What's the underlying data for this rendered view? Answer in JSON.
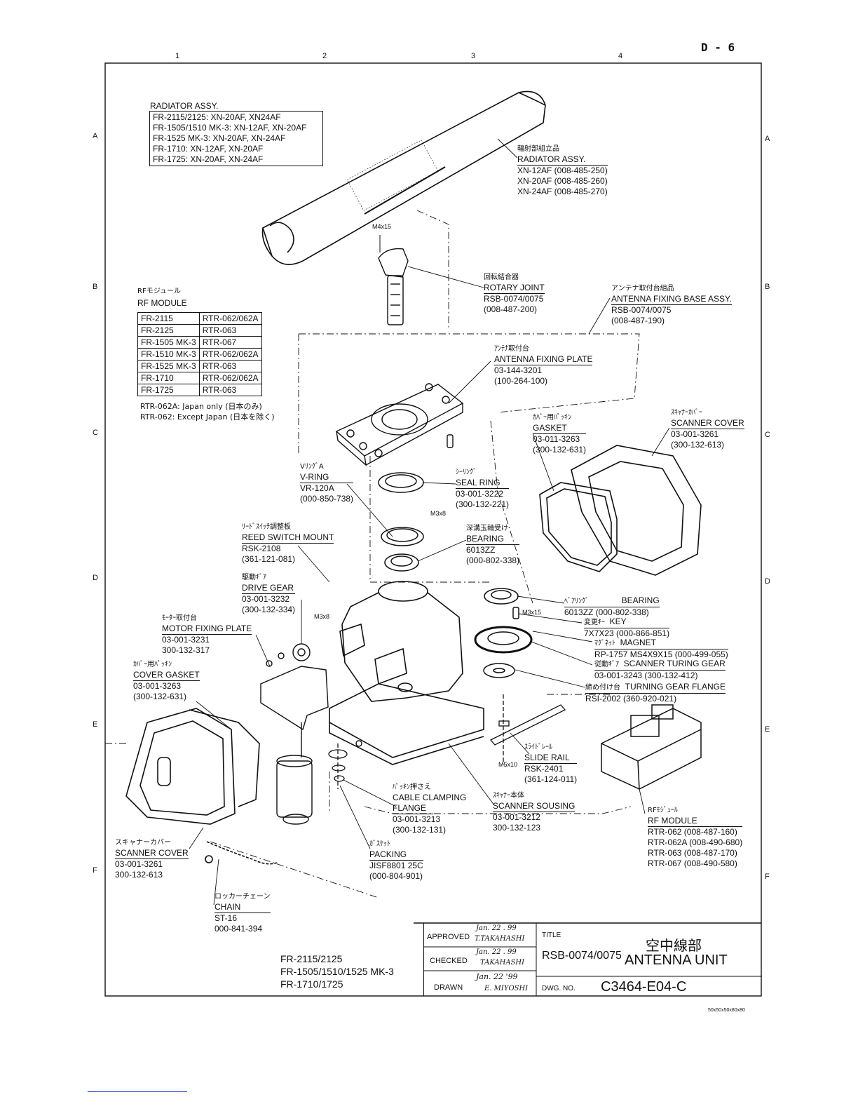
{
  "page": {
    "sheet_code": "D - 6"
  },
  "grid": {
    "columns": [
      "1",
      "2",
      "3",
      "4"
    ],
    "rows": [
      "A",
      "B",
      "C",
      "D",
      "E",
      "F"
    ]
  },
  "radiator_models": {
    "title": "RADIATOR ASSY.",
    "lines": [
      "FR-2115/2125: XN-20AF, XN24AF",
      "FR-1505/1510 MK-3: XN-12AF, XN-20AF",
      "FR-1525 MK-3: XN-20AF, XN-24AF",
      "FR-1710: XN-12AF, XN-20AF",
      "FR-1725: XN-20AF, XN-24AF"
    ]
  },
  "rf_module_table": {
    "jp": "RFモジュール",
    "title": "RF MODULE",
    "rows": [
      [
        "FR-2115",
        "RTR-062/062A"
      ],
      [
        "FR-2125",
        "RTR-063"
      ],
      [
        "FR-1505 MK-3",
        "RTR-067"
      ],
      [
        "FR-1510 MK-3",
        "RTR-062/062A"
      ],
      [
        "FR-1525 MK-3",
        "RTR-063"
      ],
      [
        "FR-1710",
        "RTR-062/062A"
      ],
      [
        "FR-1725",
        "RTR-063"
      ]
    ],
    "notes": [
      "RTR-062A: Japan only (日本のみ)",
      "RTR-062: Except Japan (日本を除く)"
    ]
  },
  "parts": {
    "radiator": {
      "jp": "輻射部組立品",
      "name": "RADIATOR ASSY.",
      "codes": [
        "XN-12AF (008-485-250)",
        "XN-20AF (008-485-260)",
        "XN-24AF (008-485-270)"
      ]
    },
    "screw_m4x15": "M4x15",
    "rotary_joint": {
      "jp": "回転結合器",
      "name": "ROTARY JOINT",
      "codes": [
        "RSB-0074/0075",
        "(008-487-200)"
      ]
    },
    "fixing_base": {
      "jp": "アンテナ取付台組品",
      "name": "ANTENNA FIXING BASE ASSY.",
      "codes": [
        "RSB-0074/0075",
        "(008-487-190)"
      ]
    },
    "fixing_plate": {
      "jp": "ｱﾝﾃﾅ取付台",
      "name": "ANTENNA FIXING PLATE",
      "codes": [
        "03-144-3201",
        "(100-264-100)"
      ]
    },
    "gasket": {
      "jp": "ｶﾊﾞｰ用ﾊﾟｯｷﾝ",
      "name": "GASKET",
      "codes": [
        "03-011-3263",
        "(300-132-631)"
      ]
    },
    "scanner_cover_r": {
      "jp": "ｽｷｬﾅｰｶﾊﾞｰ",
      "name": "SCANNER COVER",
      "codes": [
        "03-001-3261",
        "(300-132-613)"
      ]
    },
    "v_ring": {
      "jp": "VﾘﾝｸﾞA",
      "name": "V-RING",
      "codes": [
        "VR-120A",
        "(000-850-738)"
      ]
    },
    "seal_ring": {
      "jp": "ｼｰﾘﾝｸﾞ",
      "name": "SEAL RING",
      "codes": [
        "03-001-3222",
        "(300-132-221)"
      ]
    },
    "screw_m3x8": "M3x8",
    "reed_switch": {
      "jp": "ﾘｰﾄﾞｽｲｯﾁ調整板",
      "name": "REED SWITCH MOUNT",
      "codes": [
        "RSK-2108",
        "(361-121-081)"
      ]
    },
    "bearing_top": {
      "jp": "深溝玉軸受け",
      "name": "BEARING",
      "codes": [
        "6013ZZ",
        "(000-802-338)"
      ]
    },
    "drive_gear": {
      "jp": "駆動ｷﾞｱ",
      "name": "DRIVE GEAR",
      "codes": [
        "03-001-3232",
        "(300-132-334)"
      ]
    },
    "screw_m3x8_b": "M3x8",
    "motor_plate": {
      "jp": "ﾓｰﾀｰ取付台",
      "name": "MOTOR FIXING PLATE",
      "codes": [
        "03-001-3231",
        "300-132-317"
      ]
    },
    "cover_gasket": {
      "jp": "ｶﾊﾞｰ用ﾊﾟｯｷﾝ",
      "name": "COVER GASKET",
      "codes": [
        "03-001-3263",
        "(300-132-631)"
      ]
    },
    "bearing_r": {
      "jp": "ﾍﾞｱﾘﾝｸﾞ",
      "name": "BEARING",
      "code": "6013ZZ (000-802-338)"
    },
    "screw_m3x15": "M3x15",
    "key": {
      "jp": "変更ｷｰ",
      "name": "KEY",
      "code": "7X7X23 (000-866-851)"
    },
    "magnet": {
      "jp": "ﾏｸﾞﾈｯﾄ",
      "name": "MAGNET",
      "code": "RP-1757 MS4X9X15 (000-499-055)"
    },
    "turing_gear": {
      "jp": "従動ｷﾞｱ",
      "name": "SCANNER TURING GEAR",
      "code": "03-001-3243 (300-132-412)"
    },
    "gear_flange": {
      "jp": "締め付け台",
      "name": "TURNING GEAR FLANGE",
      "code": "RSI-2002 (360-920-021)"
    },
    "slide_rail": {
      "jp": "ｽﾗｲﾄﾞﾚｰﾙ",
      "name": "SLIDE RAIL",
      "codes": [
        "RSK-2401",
        "(361-124-011)"
      ]
    },
    "screw_m5x10": "M5x10",
    "cable_flange": {
      "jp": "ﾊﾟｯｷﾝ押さえ",
      "name1": "CABLE CLAMPING",
      "name2": "FLANGE",
      "codes": [
        "03-001-3213",
        "(300-132-131)"
      ]
    },
    "scanner_housing": {
      "jp": "ｽｷｬﾅｰ本体",
      "name": "SCANNER SOUSING",
      "codes": [
        "03-001-3212",
        "300-132-123"
      ]
    },
    "rf_module_part": {
      "jp": "RFﾓｼﾞｭｰﾙ",
      "name": "RF MODULE",
      "codes": [
        "RTR-062 (008-487-160)",
        "RTR-062A (008-490-680)",
        "RTR-063 (008-487-170)",
        "RTR-067 (008-490-580)"
      ]
    },
    "scanner_cover_l": {
      "jp": "スキャナーカバー",
      "name": "SCANNER COVER",
      "codes": [
        "03-001-3261",
        "300-132-613"
      ]
    },
    "packing": {
      "jp": "ｶﾞｽｹｯﾄ",
      "name": "PACKING",
      "codes": [
        "JISF8801 25C",
        "(000-804-901)"
      ]
    },
    "chain": {
      "jp": "ロッカーチェーン",
      "name": "CHAIN",
      "codes": [
        "ST-16",
        "000-841-394"
      ]
    }
  },
  "models_footer": [
    "FR-2115/2125",
    "FR-1505/1510/1525 MK-3",
    "FR-1710/1725"
  ],
  "title_block": {
    "approved_label": "APPROVED",
    "approved_date": "Jan. 22 . 99",
    "approved_sign": "T.TAKAHASHI",
    "checked_label": "CHECKED",
    "checked_date": "Jan. 22 . 99",
    "checked_sign": "TAKAHASHI",
    "drawn_label": "DRAWN",
    "drawn_date": "Jan. 22 '99",
    "drawn_sign": "E. MIYOSHI",
    "title_label": "TITLE",
    "model": "RSB-0074/0075",
    "title_jp": "空中線部",
    "title_en": "ANTENNA UNIT",
    "dwg_label": "DWG. NO.",
    "dwg_no": "C3464-E04-C"
  },
  "scale_note": "50x50x50x80x80"
}
